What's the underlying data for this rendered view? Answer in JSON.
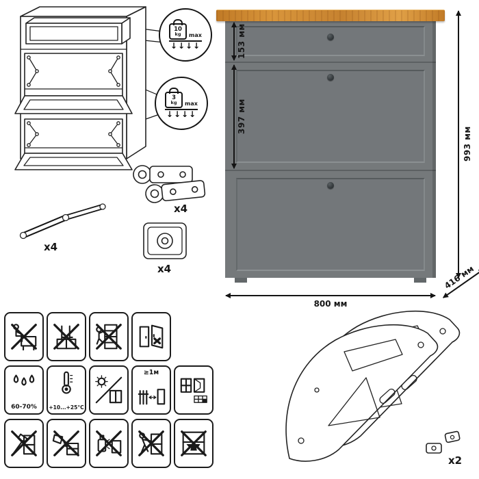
{
  "product": {
    "dimensions": {
      "total_height": "993 мм",
      "width": "800 мм",
      "depth": "416 мм",
      "drawer_height": "153 мм",
      "flap_height": "397 мм"
    },
    "load_limits": {
      "drawer": {
        "value": "10",
        "unit": "kg",
        "max": "max",
        "arrows": "↓↓↓↓"
      },
      "flap": {
        "value": "3",
        "unit": "kg",
        "max": "max",
        "arrows": "↓↓↓↓"
      }
    }
  },
  "hardware": {
    "stay": {
      "name": "lift-stay-mechanism",
      "qty": "x4"
    },
    "hinge": {
      "name": "cup-hinge",
      "qty": "x4"
    },
    "foot": {
      "name": "adjustable-foot",
      "qty": "x4"
    },
    "side_frame": {
      "name": "flap-side-frame",
      "qty": "x2"
    }
  },
  "pictograms": {
    "row1": [
      "no-sitting",
      "no-standing",
      "no-climbing",
      "doors-warning"
    ],
    "row2": [
      "humidity",
      "temperature",
      "keep-from-sunlight",
      "heater-distance",
      "ventilation-window"
    ],
    "row3": [
      "no-impact",
      "no-spill",
      "no-solvent",
      "no-dragging",
      "no-heavy-load"
    ],
    "labels": {
      "humidity": "60-70%",
      "temperature": "+10...+25°C",
      "heater_distance": "≥1м"
    }
  },
  "colors": {
    "cabinet_gray": "#75797b",
    "wood_top": "#cd8a33",
    "knob": "#33383b",
    "line": "#1b1b1b"
  }
}
